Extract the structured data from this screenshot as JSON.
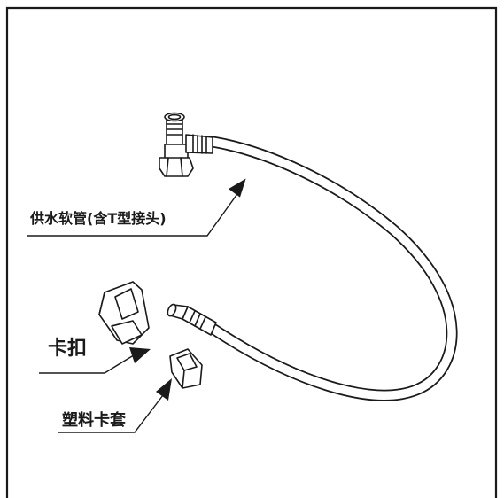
{
  "labels": {
    "hose": "供水软管(含T型接头)",
    "clip": "卡扣",
    "cover": "塑料卡套"
  },
  "colors": {
    "line": "#1a1a1a",
    "background": "#ffffff"
  }
}
